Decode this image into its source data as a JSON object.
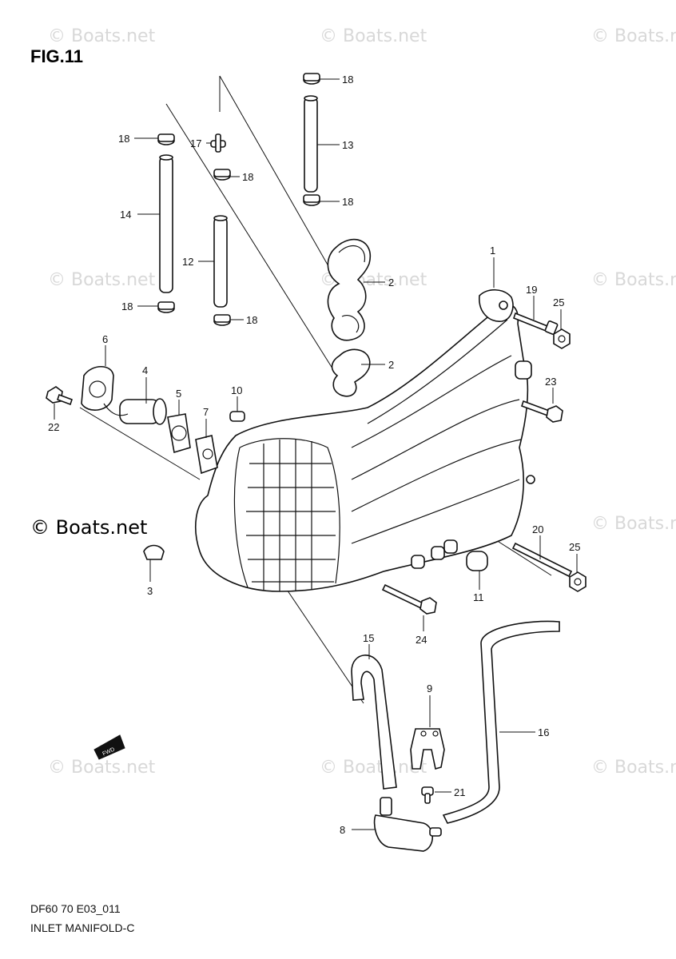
{
  "figure_title": "FIG.11",
  "caption_line1": "DF60 70 E03_011",
  "caption_line2": "INLET MANIFOLD-C",
  "copyright_mark": "© Boats.net",
  "watermark_text": "© Boats.net",
  "fwd_badge": "FWD",
  "callouts": {
    "c1": "1",
    "c2a": "2",
    "c2b": "2",
    "c3": "3",
    "c4": "4",
    "c5": "5",
    "c6": "6",
    "c7": "7",
    "c8": "8",
    "c9": "9",
    "c10": "10",
    "c11": "11",
    "c12": "12",
    "c13": "13",
    "c14": "14",
    "c15": "15",
    "c16": "16",
    "c17": "17",
    "c18a": "18",
    "c18b": "18",
    "c18c": "18",
    "c18d": "18",
    "c18e": "18",
    "c18f": "18",
    "c19": "19",
    "c20": "20",
    "c21": "21",
    "c22": "22",
    "c23": "23",
    "c24": "24",
    "c25a": "25",
    "c25b": "25"
  }
}
